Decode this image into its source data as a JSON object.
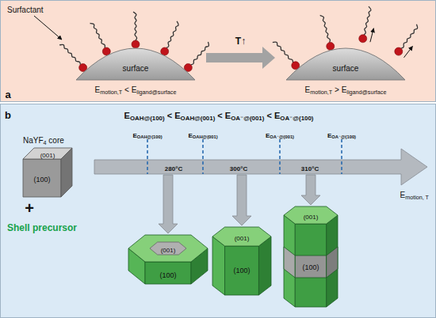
{
  "diagram": {
    "nodes": [
      {
        "text": [
          "a"
        ]
      },
      {
        "text": [
          "surface"
        ],
        "in": 0
      },
      {
        "text": [
          "surface"
        ],
        "in": 0
      },
      {
        "text": [
          "b"
        ]
      },
      {
        "text": [
          "(001)",
          "(100)"
        ],
        "in": 3
      },
      {
        "text": [
          "(001)",
          "(100)"
        ],
        "in": 3
      },
      {
        "text": [
          "(001)",
          "(100)"
        ],
        "in": 3
      },
      {
        "text": [
          "(001)",
          "(100)"
        ],
        "in": 3
      }
    ],
    "edges": [
      {
        "from": 1,
        "to": 2,
        "arrow": "to",
        "label": "T↑"
      }
    ],
    "labels": [
      "Surfactant",
      "Emotion,T < Eligand@surface",
      "Emotion,T > Eligand@surface",
      "EOAH@(100) < EOAH@(001) < EOA⁻@(001) < EOA⁻@(100)",
      "NaYF4 core",
      "+",
      "Shell precursor",
      "EOAH@(100)",
      "EOAH@(001)",
      "EOA⁻@(001)",
      "EOA⁻@(100)",
      "280°C",
      "300°C",
      "310°C",
      "Emotion, T"
    ]
  }
}
